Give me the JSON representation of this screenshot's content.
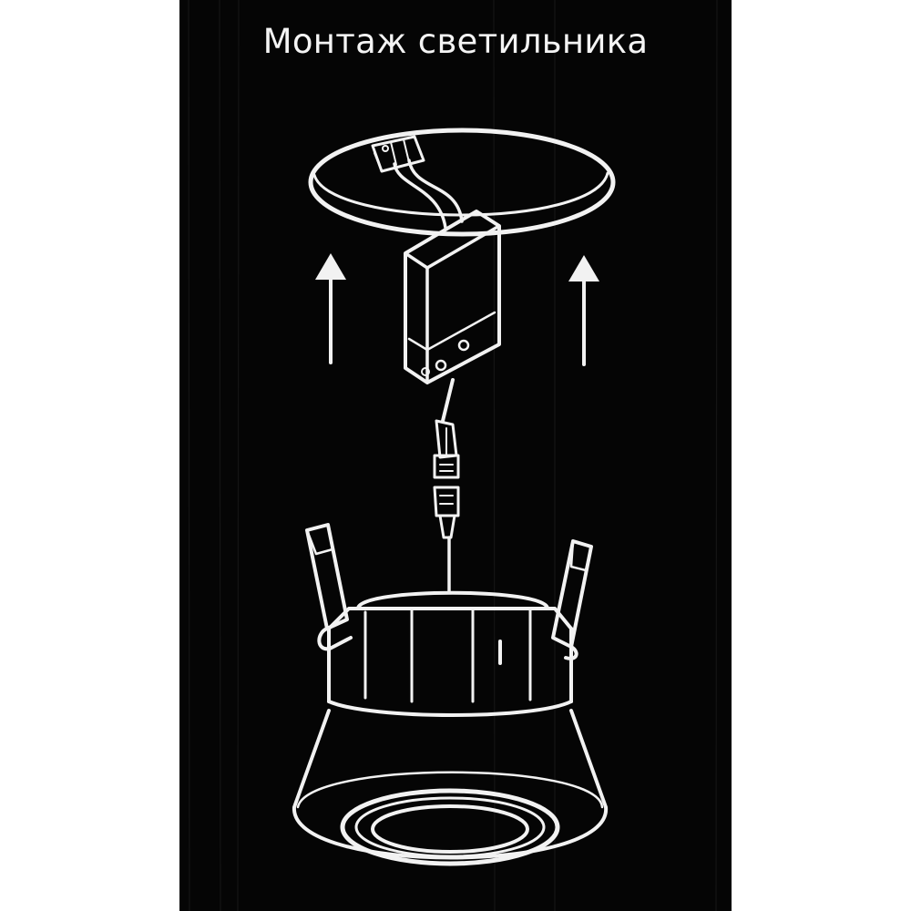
{
  "page": {
    "title": "Монтаж светильника"
  },
  "colors": {
    "background": "#050505",
    "line": "#f2f2f2",
    "outer": "#ffffff"
  },
  "illustration": {
    "subject": "recessed ceiling spotlight installation",
    "steps": [
      "connect driver connector to luminaire plug",
      "push driver up through ceiling cutout",
      "insert luminaire with spring clips into ceiling cutout"
    ],
    "arrows": {
      "count": 2,
      "direction": "up"
    }
  }
}
